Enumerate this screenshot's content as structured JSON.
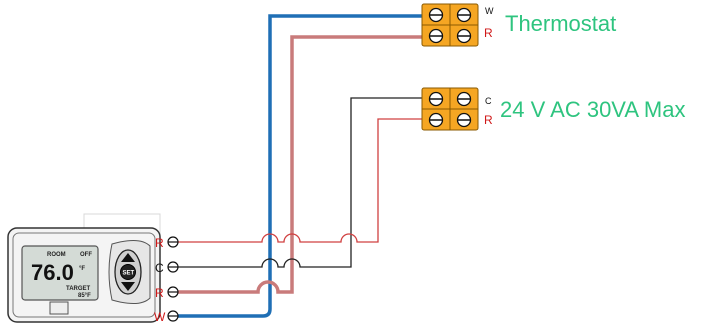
{
  "labels": {
    "thermostat": "Thermostat",
    "power": "24 V AC  30VA Max"
  },
  "terminal_block_top": {
    "pins": [
      "W",
      "R"
    ]
  },
  "terminal_block_bottom": {
    "pins": [
      "C",
      "R"
    ]
  },
  "thermostat_terminals": [
    "R",
    "C",
    "R",
    "W"
  ],
  "thermostat_display": {
    "room_label": "ROOM",
    "status": "OFF",
    "temperature": "76.0",
    "degree": "°F",
    "target_label": "TARGET",
    "target_value": "85°F",
    "button_label": "SET"
  },
  "colors": {
    "label_green": "#2ec47f",
    "wire_blue": "#1f6fb5",
    "wire_red": "#c97b7b",
    "wire_red_thin": "#d04040",
    "wire_black": "#222222",
    "terminal_orange": "#f5a623",
    "pin_letter_red": "#d01818"
  }
}
